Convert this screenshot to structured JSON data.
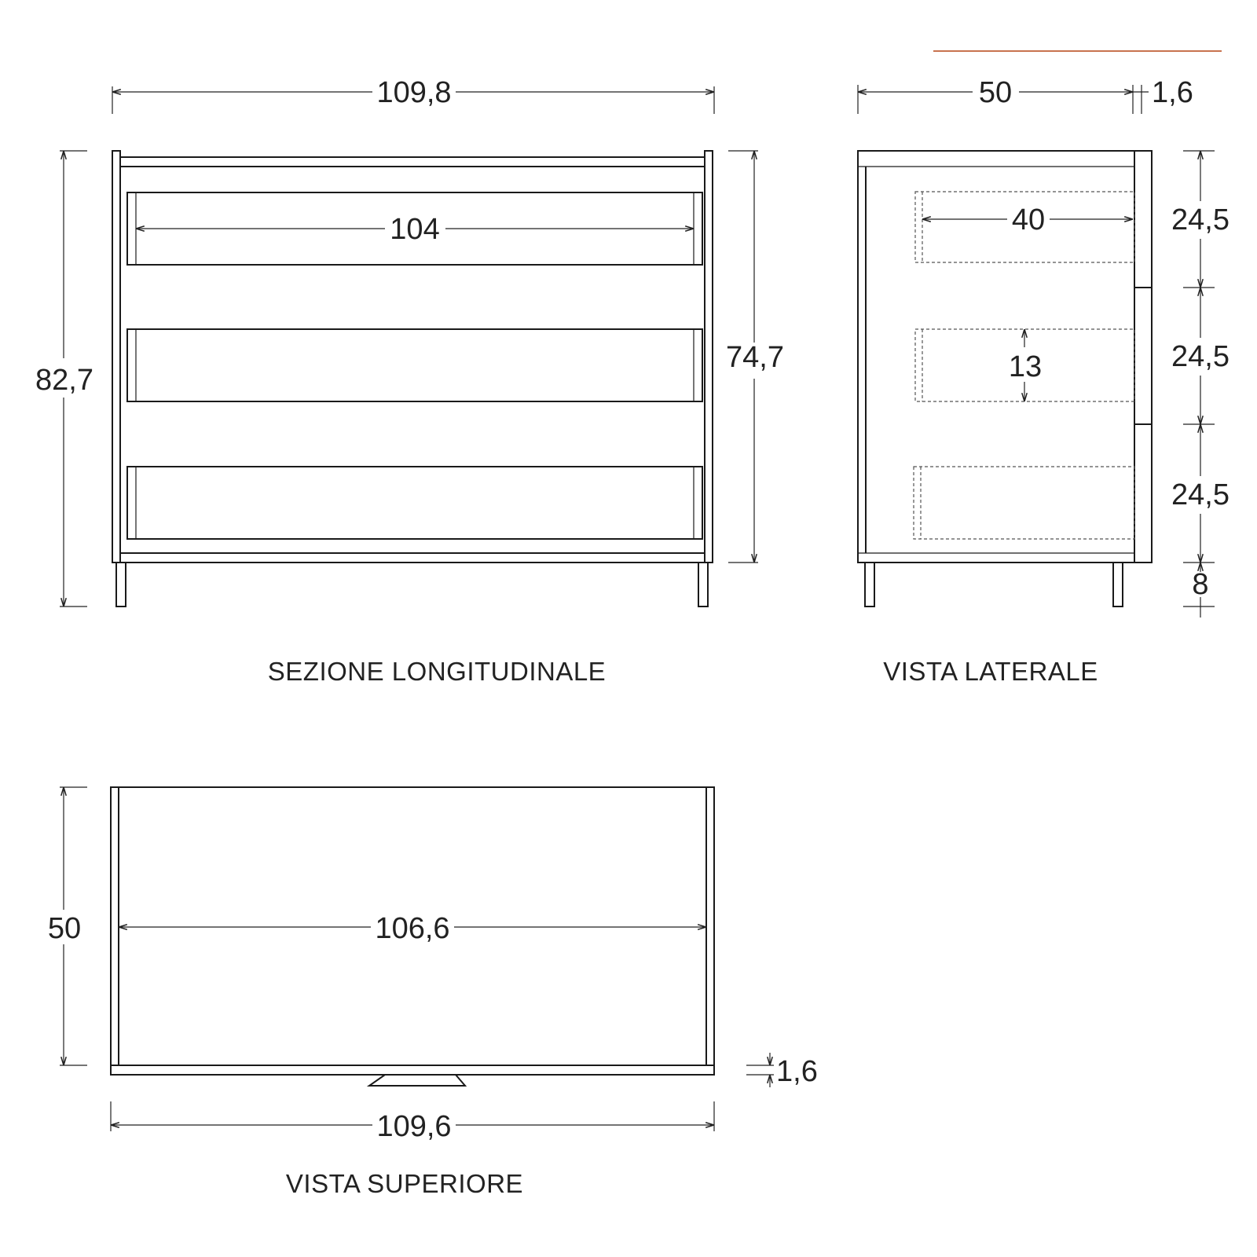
{
  "accent_color": "#c8734f",
  "views": {
    "longitudinal": {
      "caption": "SEZIONE LONGITUDINALE",
      "width_total": "109,8",
      "drawer_width": "104",
      "height_total": "82,7",
      "height_body": "74,7"
    },
    "side": {
      "caption": "VISTA LATERALE",
      "depth": "50",
      "front_thickness": "1,6",
      "drawer_depth": "40",
      "drawer_height": "13",
      "drawer_front_heights": [
        "24,5",
        "24,5",
        "24,5"
      ],
      "leg_height": "8"
    },
    "top": {
      "caption": "VISTA SUPERIORE",
      "depth": "50",
      "inner_width": "106,6",
      "top_thickness": "1,6",
      "width_total": "109,6"
    }
  }
}
